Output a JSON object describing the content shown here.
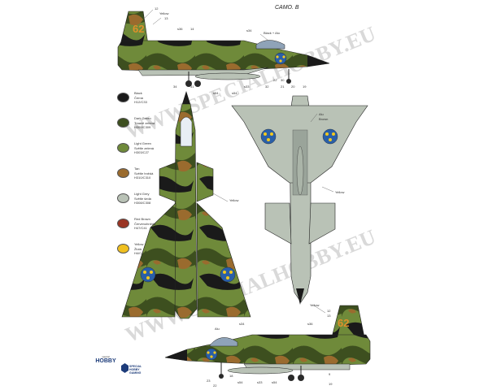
{
  "sheet": {
    "title": "CAMO. B"
  },
  "legend": [
    {
      "name": "Black",
      "lines": [
        "Černá",
        "H12/C33"
      ],
      "color": "#1a1a1a"
    },
    {
      "name": "Dark Green",
      "lines": [
        "Tmavě zelená",
        "H309/C309"
      ],
      "color": "#3d4f1f"
    },
    {
      "name": "Light Green",
      "lines": [
        "Světle zelená",
        "H303/C27"
      ],
      "color": "#6f8a3a"
    },
    {
      "name": "Tan",
      "lines": [
        "Světle hnědá",
        "H310/C310"
      ],
      "color": "#9a6b2e"
    },
    {
      "name": "Light Grey",
      "lines": [
        "Světle šedá",
        "H308/C308"
      ],
      "color": "#b9c2b6"
    },
    {
      "name": "Red Brown",
      "lines": [
        "Červenohnědá",
        "H47/C41"
      ],
      "color": "#9a3524"
    },
    {
      "name": "Yellow",
      "lines": [
        "Žlutá",
        "H4/C4"
      ],
      "color": "#f0c020"
    }
  ],
  "callouts": {
    "top_side": [
      "12",
      "Yellow",
      "13",
      "s36",
      "14",
      "s34",
      "Black + Alu",
      "34",
      "31",
      "s54",
      "s54",
      "s33",
      "32",
      "22",
      "30",
      "21",
      "20",
      "19"
    ],
    "bottom_plan": [
      "Alu",
      "Brown",
      "Yellow"
    ],
    "top_plan": [
      "Yellow"
    ],
    "bottom_side": [
      "Yellow",
      "12",
      "13",
      "s34",
      "Alu",
      "s36",
      "s54",
      "s54",
      "s33",
      "23",
      "18",
      "9",
      "22",
      "19"
    ]
  },
  "watermark": "WWW.SPECIALHOBBY.EU",
  "logos": {
    "brand_small": "special",
    "brand_big": "HOBBY",
    "partner": [
      "SPECIAL",
      "HOBBY",
      "GAMING"
    ]
  },
  "colors": {
    "camo_black": "#1a1a1a",
    "camo_dark_green": "#3d4f1f",
    "camo_light_green": "#6f8a3a",
    "camo_tan": "#9a6b2e",
    "underside_grey": "#b9c2b6",
    "roundel_blue": "#2a5fa8",
    "roundel_yellow": "#f2c81e",
    "code_orange": "#e0902a"
  }
}
